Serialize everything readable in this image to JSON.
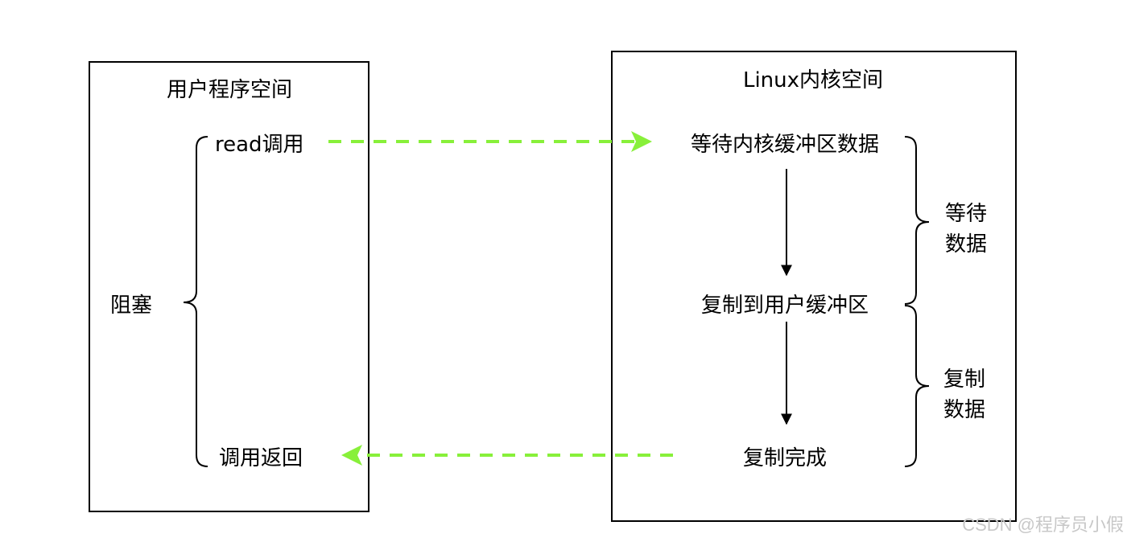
{
  "user_space": {
    "title": "用户程序空间",
    "read_call": "read调用",
    "call_return": "调用返回",
    "blocked": "阻塞"
  },
  "kernel_space": {
    "title": "Linux内核空间",
    "wait_kernel_buffer": "等待内核缓冲区数据",
    "copy_to_user_buffer": "复制到用户缓冲区",
    "copy_done": "复制完成",
    "wait_data_line1": "等待",
    "wait_data_line2": "数据",
    "copy_data_line1": "复制",
    "copy_data_line2": "数据"
  },
  "colors": {
    "dashed_arrow": "#88f03a",
    "stroke": "#000000"
  },
  "watermark": "CSDN @程序员小假"
}
